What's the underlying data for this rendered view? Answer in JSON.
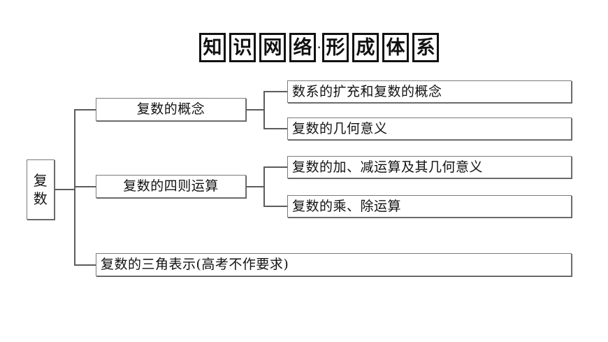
{
  "title": {
    "text": "知识网络·形成体系",
    "chars": [
      "知",
      "识",
      "网",
      "络",
      "形",
      "成",
      "体",
      "系"
    ],
    "separator": "·",
    "separator_after_index": 3
  },
  "diagram": {
    "type": "tree",
    "orientation": "left-to-right",
    "root": {
      "label": "复数",
      "label_chars": [
        "复",
        "数"
      ],
      "layout": "vertical"
    },
    "branches": [
      {
        "label": "复数的概念",
        "children": [
          {
            "label": "数系的扩充和复数的概念"
          },
          {
            "label": "复数的几何意义"
          }
        ]
      },
      {
        "label": "复数的四则运算",
        "children": [
          {
            "label": "复数的加、减运算及其几何意义"
          },
          {
            "label": "复数的乘、除运算"
          }
        ]
      },
      {
        "label": "复数的三角表示(高考不作要求)",
        "children": []
      }
    ]
  },
  "colors": {
    "background": "#ffffff",
    "text": "#111111",
    "box_border": "#7b7b7b",
    "box_shadow": "#5a5a5a",
    "connector": "#5c5c5c",
    "title_border": "#111111"
  }
}
